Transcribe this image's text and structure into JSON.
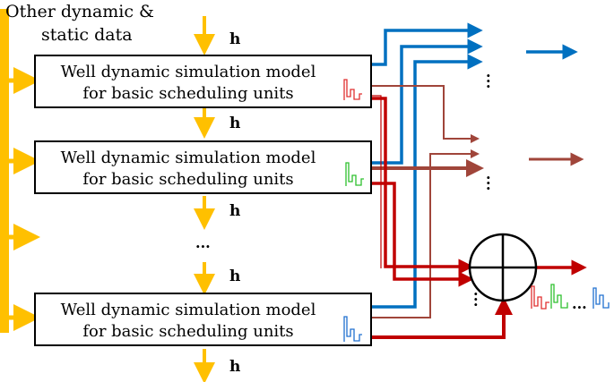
{
  "source_label": [
    "Other dynamic &",
    "static data"
  ],
  "model_box": {
    "line1": "Well dynamic simulation model",
    "line2": "for basic scheduling units"
  },
  "h_label": "h",
  "ellipsis": "...",
  "colors": {
    "source": "#FFC000",
    "blue_output": "#0070C0",
    "brown_output": "#A0453A",
    "red_output": "#C00000"
  },
  "icons": [
    "red-profile-icon",
    "green-profile-icon",
    "blue-profile-icon",
    "summing-junction-icon"
  ]
}
